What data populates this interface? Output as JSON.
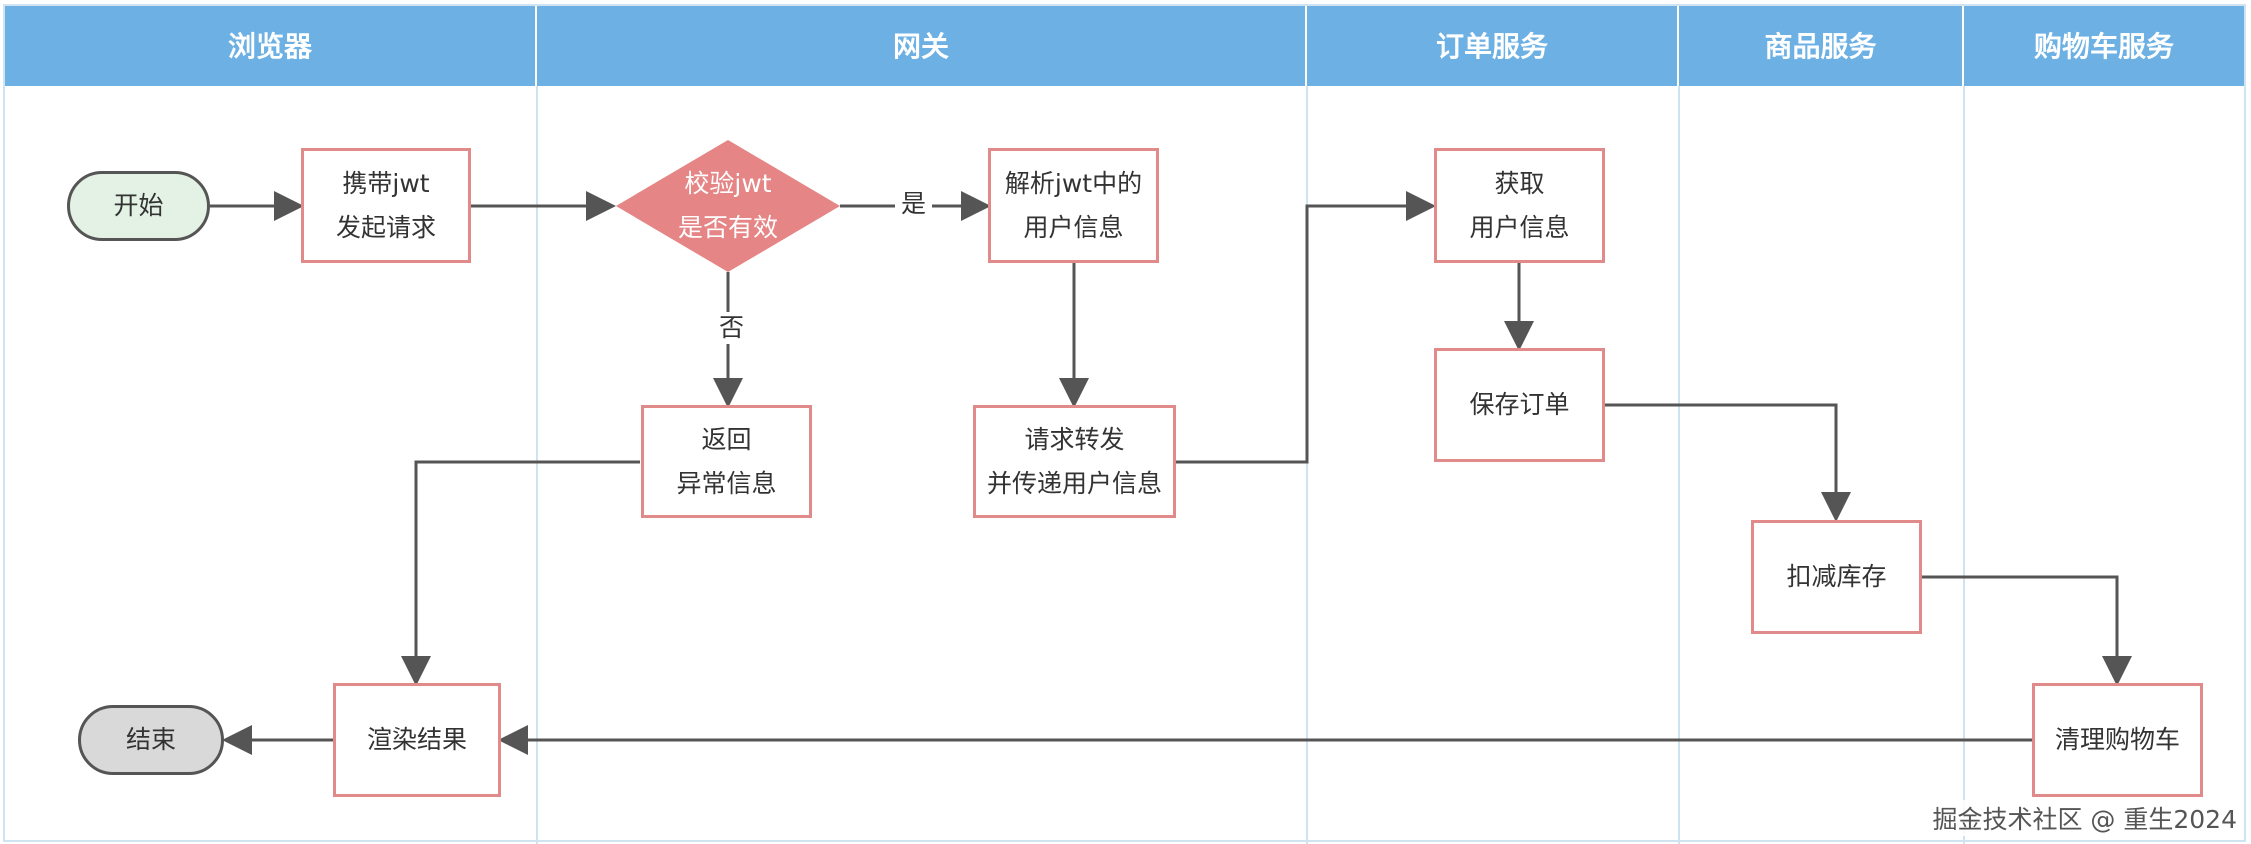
{
  "lanes": [
    {
      "title": "浏览器"
    },
    {
      "title": "网关"
    },
    {
      "title": "订单服务"
    },
    {
      "title": "商品服务"
    },
    {
      "title": "购物车服务"
    }
  ],
  "nodes": {
    "start": {
      "text": "开始"
    },
    "carry_jwt": {
      "line1": "携带jwt",
      "line2": "发起请求"
    },
    "verify_jwt": {
      "line1": "校验jwt",
      "line2": "是否有效"
    },
    "parse_jwt": {
      "line1": "解析jwt中的",
      "line2": "用户信息"
    },
    "return_error": {
      "line1": "返回",
      "line2": "异常信息"
    },
    "forward_request": {
      "line1": "请求转发",
      "line2": "并传递用户信息"
    },
    "get_user_info": {
      "line1": "获取",
      "line2": "用户信息"
    },
    "save_order": {
      "text": "保存订单"
    },
    "deduct_stock": {
      "text": "扣减库存"
    },
    "clear_cart": {
      "text": "清理购物车"
    },
    "render_result": {
      "text": "渲染结果"
    },
    "end": {
      "text": "结束"
    }
  },
  "edge_labels": {
    "yes": "是",
    "no": "否"
  },
  "watermark": "掘金技术社区 @ 重生2024",
  "colors": {
    "header": "#6cb0e4",
    "process_border": "#e08a8a",
    "decision_fill": "#e58585",
    "start_fill": "#e3f2e5",
    "end_fill": "#d9d9d9",
    "arrow": "#555555"
  }
}
